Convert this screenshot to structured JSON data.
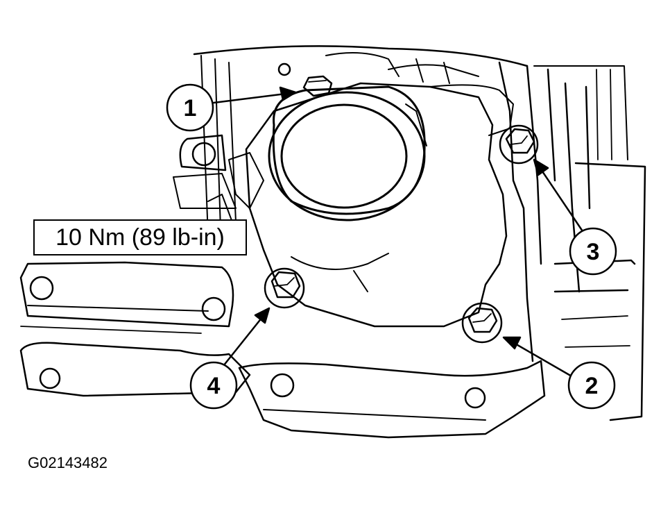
{
  "figure": {
    "torque_spec": "10 Nm (89 lb-in)",
    "figure_id": "G02143482"
  },
  "callouts": [
    {
      "id": "1",
      "label": "1"
    },
    {
      "id": "2",
      "label": "2"
    },
    {
      "id": "3",
      "label": "3"
    },
    {
      "id": "4",
      "label": "4"
    }
  ],
  "colors": {
    "ink": "#000000",
    "paper": "#ffffff"
  }
}
